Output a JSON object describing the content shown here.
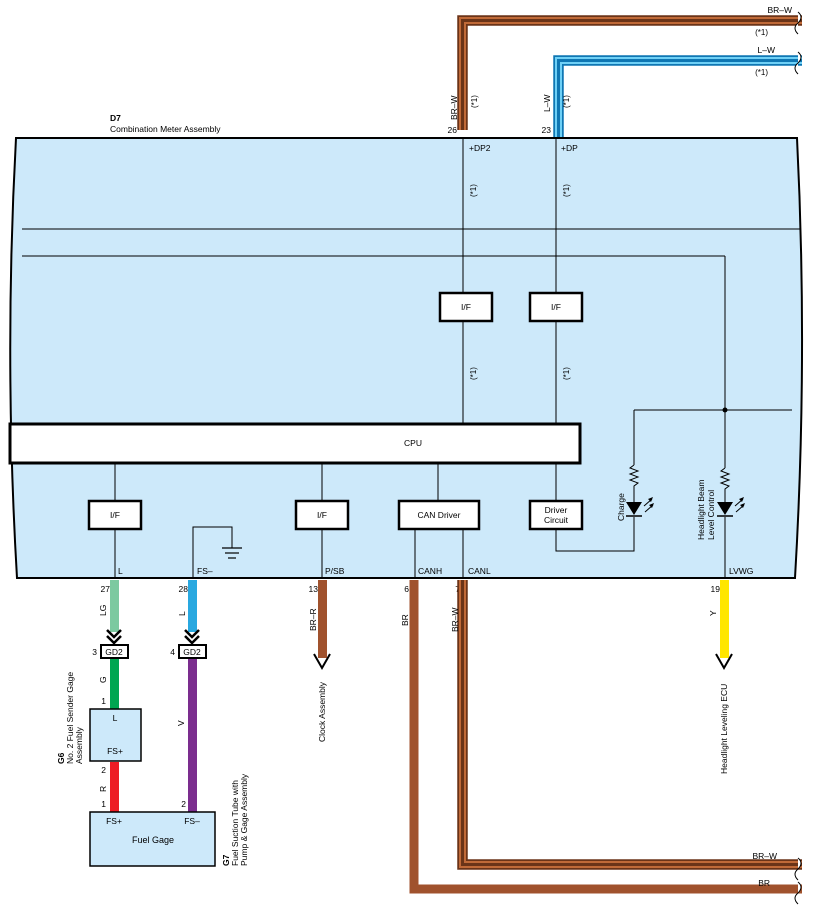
{
  "top_wires": {
    "brw": {
      "label": "BR–W",
      "note": "(*1)"
    },
    "lw": {
      "label": "L–W",
      "note": "(*1)"
    }
  },
  "bottom_wires": {
    "brw": "BR–W",
    "br": "BR"
  },
  "assembly": {
    "code": "D7",
    "name": "Combination Meter Assembly"
  },
  "meter_pins": {
    "dp2": {
      "wire": "BR–W",
      "note": "(*1)",
      "pin": "26",
      "terminal": "+DP2",
      "inner_note": "(*1)"
    },
    "dp": {
      "wire": "L–W",
      "note": "(*1)",
      "pin": "23",
      "terminal": "+DP",
      "inner_note": "(*1)"
    }
  },
  "blocks": {
    "if_dp2": "I/F",
    "if_dp": "I/F",
    "cpu": "CPU",
    "if_l": "I/F",
    "if_psb": "I/F",
    "can_driver": "CAN Driver",
    "driver_circuit": [
      "Driver",
      "Circuit"
    ]
  },
  "notes_mid": {
    "dp2": "(*1)",
    "dp": "(*1)"
  },
  "indicators": {
    "charge": "Charge",
    "headlight": [
      "Headlight Beam",
      "Level Control"
    ]
  },
  "bottom_terminals": {
    "l": {
      "name": "L",
      "pin": "27",
      "wire": "LG"
    },
    "fs": {
      "name": "FS–",
      "pin": "28",
      "wire": "L"
    },
    "psb": {
      "name": "P/SB",
      "pin": "13",
      "wire": "BR–R"
    },
    "canh": {
      "name": "CANH",
      "pin": "6",
      "wire": "BR"
    },
    "canl": {
      "name": "CANL",
      "pin": "7",
      "wire": "BR–W"
    },
    "lvwg": {
      "name": "LVWG",
      "pin": "19",
      "wire": "Y"
    }
  },
  "connectors": {
    "left": {
      "pin": "3",
      "name": "GD2"
    },
    "right": {
      "pin": "4",
      "name": "GD2"
    }
  },
  "sender": {
    "wire_g": "G",
    "pin_top": "1",
    "terminal_l": "L",
    "terminal_fs": "FS+",
    "pin_bottom": "2",
    "wire_r": "R",
    "code": "G6",
    "name": [
      "No. 2 Fuel Sender Gage",
      "Assembly"
    ]
  },
  "fuel_gage": {
    "pin_left": "1",
    "pin_right": "2",
    "wire_v": "V",
    "terminal_fsplus": "FS+",
    "terminal_fsminus": "FS–",
    "label": "Fuel Gage",
    "code": "G7",
    "name": [
      "Fuel Suction Tube with",
      "Pump & Gage Assembly"
    ]
  },
  "destinations": {
    "clock": "Clock Assembly",
    "leveling": "Headlight Leveling ECU"
  },
  "colors": {
    "panel": "#cde9fa",
    "brown": "#a0522d",
    "blue": "#29a8e0",
    "lightgreen": "#7cc9a0",
    "green": "#00a651",
    "red": "#ed1c24",
    "violet": "#7b2d8e",
    "yellow": "#ffe600"
  }
}
